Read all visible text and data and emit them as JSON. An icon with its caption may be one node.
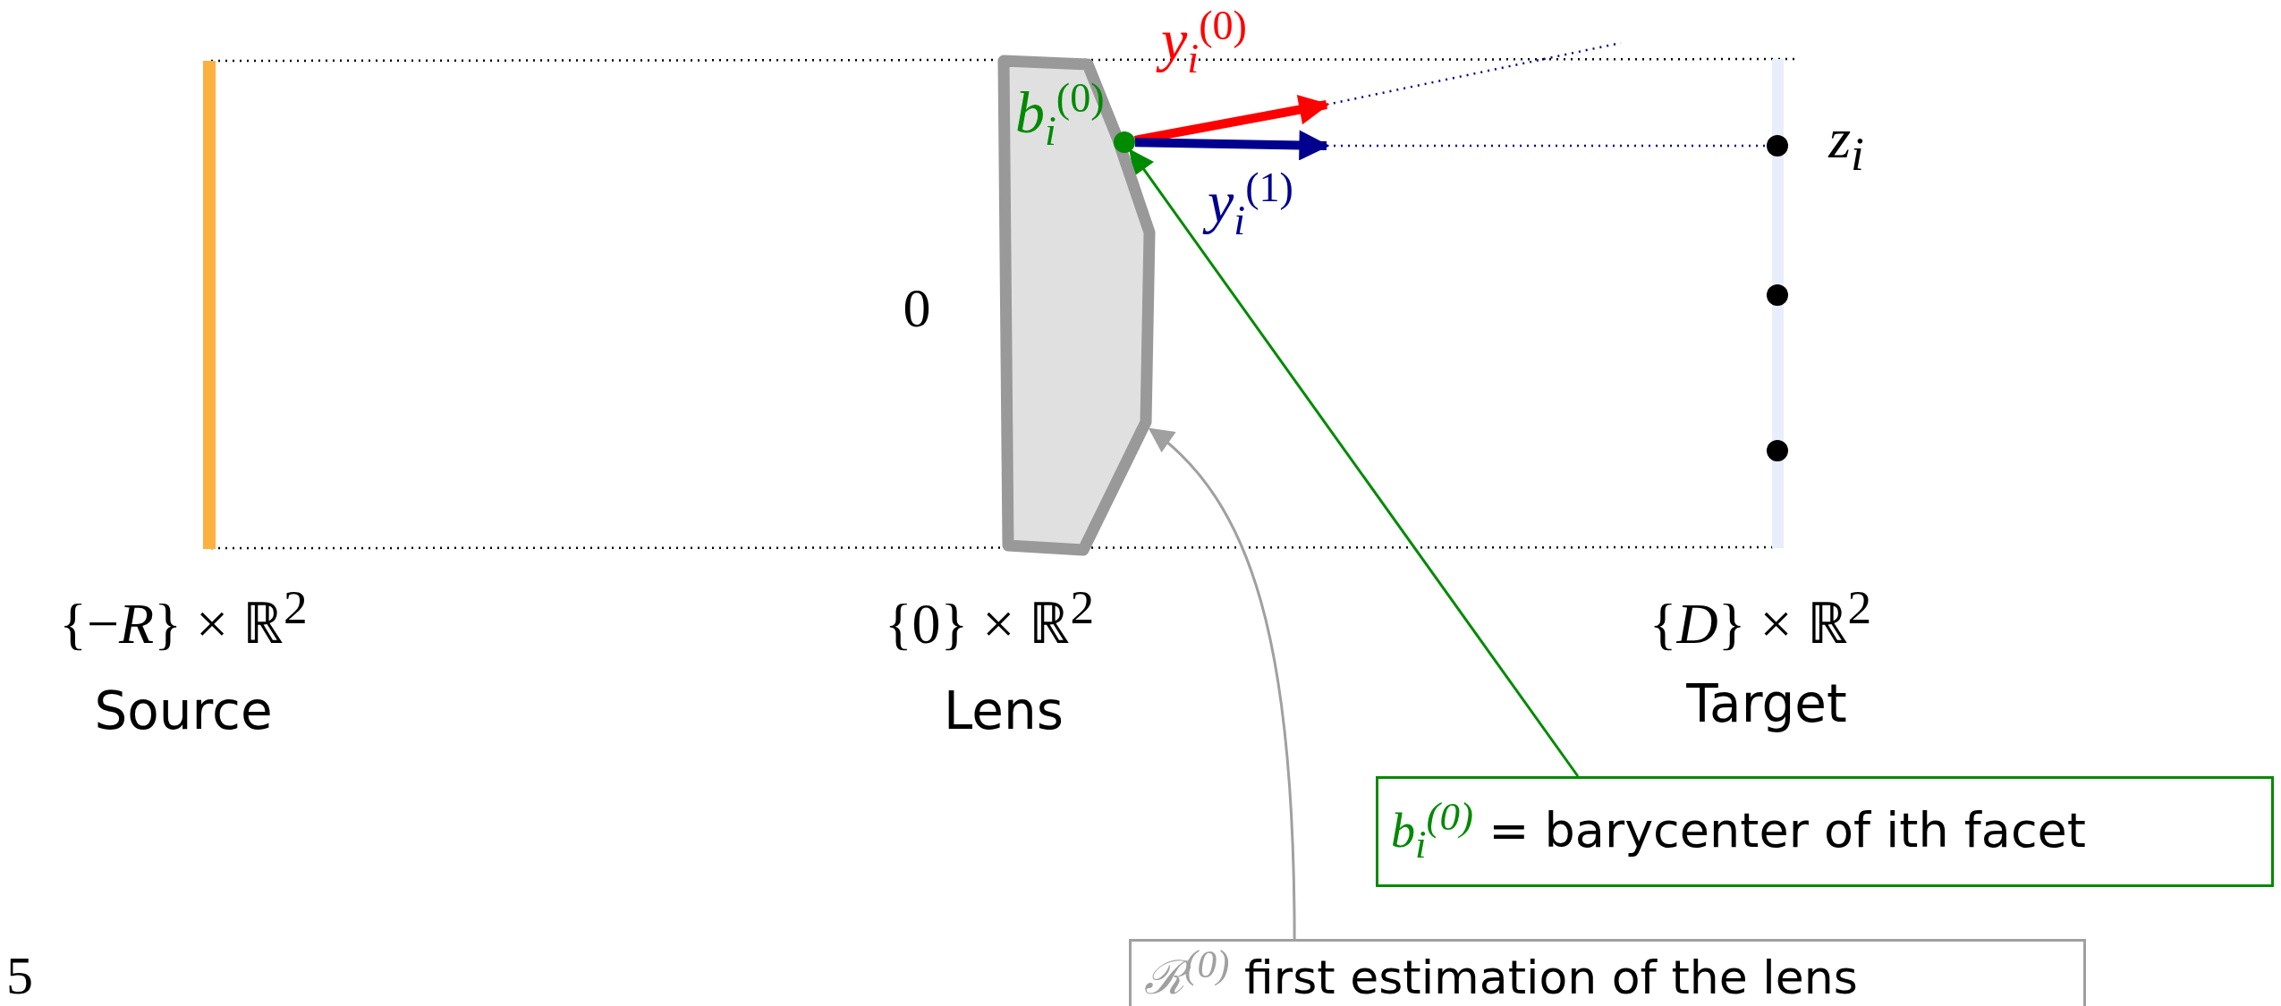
{
  "diagram": {
    "nodes": [
      {
        "text": [],
        "shape": "polygon"
      },
      {
        "text": [],
        "shape": "circle",
        "beside": [
          "b$_{i}$$^{(0)}$"
        ]
      },
      {
        "text": [
          "b$_{i}$$^{(0)}$ = barycenter of ith facet"
        ]
      },
      {
        "text": [
          "ℛ$^{(0)}$ first estimation of the lens"
        ]
      }
    ],
    "edges": [
      {
        "from": 1,
        "to": null,
        "arrow": "to",
        "label": "y$_{i}$$^{(0)}$",
        "style": "thick",
        "color": "#ff0000"
      },
      {
        "from": 1,
        "to": null,
        "arrow": "to",
        "label": "y$_{i}$$^{(1)}$",
        "style": "thick",
        "color": "#00008f"
      },
      {
        "from": 2,
        "to": 1,
        "arrow": "to",
        "color": "#008a00"
      },
      {
        "from": 3,
        "to": 0,
        "arrow": "to",
        "color": "#a0a0a0"
      }
    ],
    "labels": [
      "z$_{i}$",
      "0",
      "{−*R*} × ℝ$^{2}$",
      "{0} × ℝ$^{2}$",
      "{*D*} × ℝ$^{2}$",
      "Source",
      "Lens",
      "Target",
      "5"
    ]
  }
}
